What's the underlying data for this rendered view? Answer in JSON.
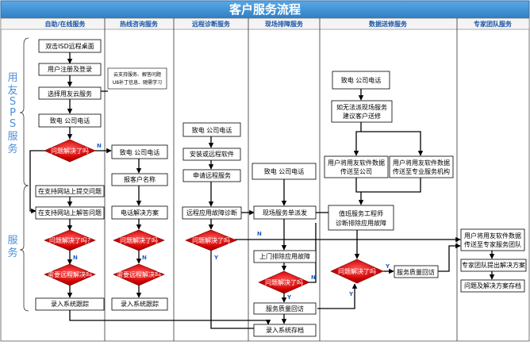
{
  "title": "客户服务流程",
  "columns": [
    "自助/在线服务",
    "热线咨询服务",
    "远程诊断服务",
    "现场排障服务",
    "数据送修服务",
    "专家团队服务"
  ],
  "side_labels": {
    "top": [
      "用",
      "友",
      "S",
      "P",
      "S",
      "服",
      "务"
    ],
    "bottom": [
      "服",
      "务"
    ]
  },
  "col1": {
    "remote_desktop": "双击ISD远程桌面",
    "register": "用户注册及登录",
    "choose_cloud": "选择用友云服务",
    "call": "致电 公司电话",
    "solved_q1": "问题解决了吗",
    "submit_question": "在支持网站上提交问题",
    "answer_question": "在支持网站上解答问题",
    "solved_q2": "问题解决了吗?",
    "need_remote": "需要远程解决吗",
    "record": "录入系统跟踪"
  },
  "col2": {
    "note": [
      "云支持服务、解答问题",
      "U8补丁信息、随需学习"
    ],
    "call": "致电 公司电话",
    "report_name": "报客户名称",
    "phone_solution": "电话解决方案",
    "solved_q": "问题解决了吗",
    "need_remote": "需要远程解决吗",
    "record": "录入系统跟踪"
  },
  "col3": {
    "call": "致电 公司电话",
    "install": "安装或远程软件",
    "apply": "申请远程服务",
    "diagnose": "远程应用故障诊断",
    "solved_q": "问题解决了吗"
  },
  "col4": {
    "call": "致电 公司电话",
    "dispatch": "现场服务单派发",
    "onsite_fix": "上门排除应用故障",
    "solved_q": "问题解决了吗",
    "quality": "服务质量回访",
    "archive": "录入系统存档"
  },
  "col5": {
    "call": "致电 公司电话",
    "suggest": [
      "如无法派现场服务",
      "建议客户送修"
    ],
    "send_company": [
      "用户将用友软件数据",
      "传送至公司"
    ],
    "send_agency": [
      "用户将用友软件数据",
      "传送至专业服务机构"
    ],
    "engineer": [
      "值班服务工程师",
      "诊断排除应用故障"
    ],
    "solved_q": "问题解决了吗",
    "quality": "服务质量回访"
  },
  "col6": {
    "send_team": [
      "用户将用友软件数据",
      "传送至专家服务团队"
    ],
    "propose": "专家团队提出解决方案",
    "archive": "问题及解决方案存档"
  },
  "labels": {
    "yes": "Y",
    "no": "N"
  },
  "colors": {
    "header_bg": "#3a8fd1",
    "diamond": "#cc0000",
    "side_text": "#4a90d9",
    "column_text": "#1a56a8"
  }
}
